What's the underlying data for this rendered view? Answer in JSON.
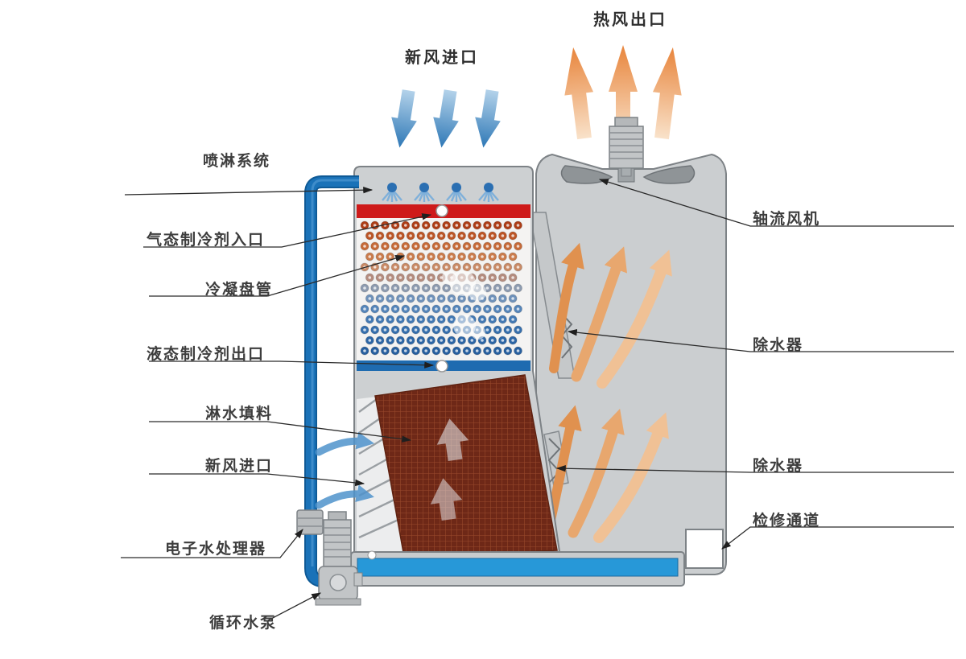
{
  "labels": {
    "hot_air_outlet": "热风出口",
    "fresh_air_inlet_top": "新风进口",
    "spray_system": "喷淋系统",
    "gas_refrigerant_inlet": "气态制冷剂入口",
    "condensing_coil": "冷凝盘管",
    "liquid_refrigerant_outlet": "液态制冷剂出口",
    "fill_material": "淋水填料",
    "fresh_air_inlet_side": "新风进口",
    "electronic_water_processor": "电子水处理器",
    "circulating_pump": "循环水泵",
    "axial_fan": "轴流风机",
    "water_eliminator_upper": "除水器",
    "water_eliminator_lower": "除水器",
    "access_channel": "检修通道"
  },
  "colors": {
    "hot_air_orange": "#e8853c",
    "fresh_air_blue": "#2e78b6",
    "pipe_blue": "#1a72b8",
    "water_blue": "#2798d8",
    "refrigerant_inlet_red": "#ce1a1a",
    "refrigerant_outlet_blue": "#1e6bb0",
    "fill_brown": "#6e2817",
    "body_gray": "#cdd0d2"
  }
}
